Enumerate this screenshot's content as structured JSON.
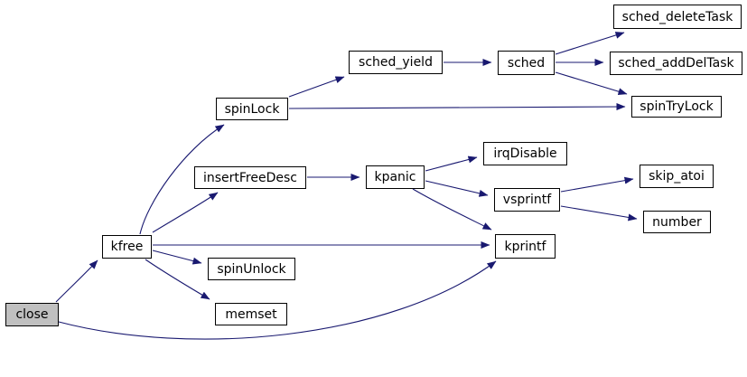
{
  "diagram": {
    "type": "call-graph",
    "root": "close",
    "nodes": {
      "close": {
        "label": "close",
        "is_root": true
      },
      "kfree": {
        "label": "kfree"
      },
      "spinLock": {
        "label": "spinLock"
      },
      "insertFreeDesc": {
        "label": "insertFreeDesc"
      },
      "sched_yield": {
        "label": "sched_yield"
      },
      "sched": {
        "label": "sched"
      },
      "sched_deleteTask": {
        "label": "sched_deleteTask"
      },
      "sched_addDelTask": {
        "label": "sched_addDelTask"
      },
      "spinTryLock": {
        "label": "spinTryLock"
      },
      "kpanic": {
        "label": "kpanic"
      },
      "irqDisable": {
        "label": "irqDisable"
      },
      "vsprintf": {
        "label": "vsprintf"
      },
      "kprintf": {
        "label": "kprintf"
      },
      "skip_atoi": {
        "label": "skip_atoi"
      },
      "number": {
        "label": "number"
      },
      "spinUnlock": {
        "label": "spinUnlock"
      },
      "memset": {
        "label": "memset"
      }
    },
    "edges": [
      {
        "from": "close",
        "to": "kfree"
      },
      {
        "from": "close",
        "to": "kprintf"
      },
      {
        "from": "kfree",
        "to": "spinLock"
      },
      {
        "from": "kfree",
        "to": "insertFreeDesc"
      },
      {
        "from": "kfree",
        "to": "kprintf"
      },
      {
        "from": "kfree",
        "to": "spinUnlock"
      },
      {
        "from": "kfree",
        "to": "memset"
      },
      {
        "from": "spinLock",
        "to": "sched_yield"
      },
      {
        "from": "spinLock",
        "to": "spinTryLock"
      },
      {
        "from": "sched_yield",
        "to": "sched"
      },
      {
        "from": "sched",
        "to": "sched_deleteTask"
      },
      {
        "from": "sched",
        "to": "sched_addDelTask"
      },
      {
        "from": "sched",
        "to": "spinTryLock"
      },
      {
        "from": "insertFreeDesc",
        "to": "kpanic"
      },
      {
        "from": "kpanic",
        "to": "irqDisable"
      },
      {
        "from": "kpanic",
        "to": "vsprintf"
      },
      {
        "from": "kpanic",
        "to": "kprintf"
      },
      {
        "from": "vsprintf",
        "to": "skip_atoi"
      },
      {
        "from": "vsprintf",
        "to": "number"
      }
    ],
    "colors": {
      "edge": "#191970",
      "node_border": "#000000",
      "node_fill": "#ffffff",
      "root_fill": "#c0c0c0",
      "text": "#000000",
      "background": "#ffffff"
    }
  }
}
